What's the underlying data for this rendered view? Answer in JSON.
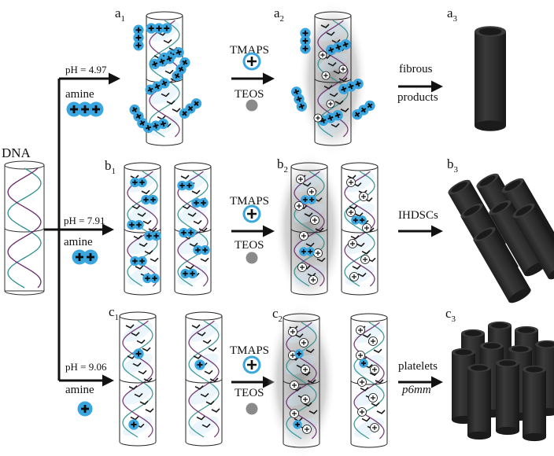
{
  "source_label": "DNA",
  "rows": [
    {
      "id": "a",
      "ph": "pH = 4.97",
      "amine_label": "amine",
      "amine_charges": 3,
      "left_label": "a",
      "left_sub": "1",
      "mid_label": "a",
      "mid_sub": "2",
      "right_label": "a",
      "right_sub": "3",
      "product_lines": [
        "fibrous",
        "products"
      ]
    },
    {
      "id": "b",
      "ph": "pH = 7.91",
      "amine_label": "amine",
      "amine_charges": 2,
      "left_label": "b",
      "left_sub": "1",
      "mid_label": "b",
      "mid_sub": "2",
      "right_label": "b",
      "right_sub": "3",
      "product_lines": [
        "IHDSCs"
      ]
    },
    {
      "id": "c",
      "ph": "pH = 9.06",
      "amine_label": "amine",
      "amine_charges": 1,
      "left_label": "c",
      "left_sub": "1",
      "mid_label": "c",
      "mid_sub": "2",
      "right_label": "c",
      "right_sub": "3",
      "product_lines": [
        "platelets",
        "p6mm"
      ]
    }
  ],
  "reagent_1": "TMAPS",
  "reagent_2": "TEOS",
  "colors": {
    "amine": "#3aa6e0",
    "helix_teal": "#2f8f8f",
    "helix_purple": "#6a2a6a",
    "tube": "#2e2e2e",
    "shadow": "#9a9a9a"
  }
}
